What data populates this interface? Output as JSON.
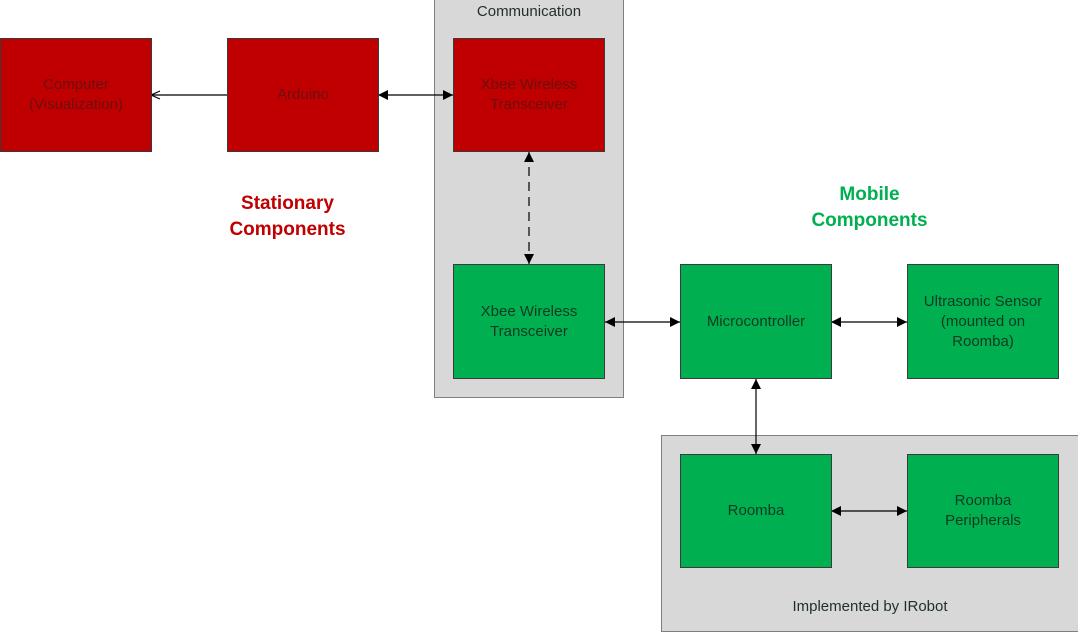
{
  "colors": {
    "stationary": "#c00000",
    "mobile": "#00b050",
    "group_bg": "#d8d8d8",
    "stationary_caption": "#c00000",
    "mobile_caption": "#00b050"
  },
  "groups": {
    "communication": "Communication",
    "irobot": "Implemented by IRobot"
  },
  "nodes": {
    "computer": "Computer\n(Visualization)",
    "arduino": "Arduino",
    "xbee_stationary": "Xbee Wireless\nTransceiver",
    "xbee_mobile": "Xbee Wireless\nTransceiver",
    "microcontroller": "Microcontroller",
    "ultrasonic": "Ultrasonic Sensor\n(mounted on\nRoomba)",
    "roomba": "Roomba",
    "roomba_peripherals": "Roomba\nPeripherals"
  },
  "captions": {
    "stationary": "Stationary\nComponents",
    "mobile": "Mobile\nComponents"
  },
  "edges": [
    {
      "from": "arduino",
      "to": "computer",
      "style": "solid",
      "heads": "end"
    },
    {
      "from": "arduino",
      "to": "xbee_stationary",
      "style": "solid",
      "heads": "both"
    },
    {
      "from": "xbee_stationary",
      "to": "xbee_mobile",
      "style": "dashed",
      "heads": "both"
    },
    {
      "from": "xbee_mobile",
      "to": "microcontroller",
      "style": "solid",
      "heads": "both"
    },
    {
      "from": "microcontroller",
      "to": "ultrasonic",
      "style": "solid",
      "heads": "both"
    },
    {
      "from": "microcontroller",
      "to": "roomba",
      "style": "solid",
      "heads": "both"
    },
    {
      "from": "roomba",
      "to": "roomba_peripherals",
      "style": "solid",
      "heads": "both"
    }
  ]
}
